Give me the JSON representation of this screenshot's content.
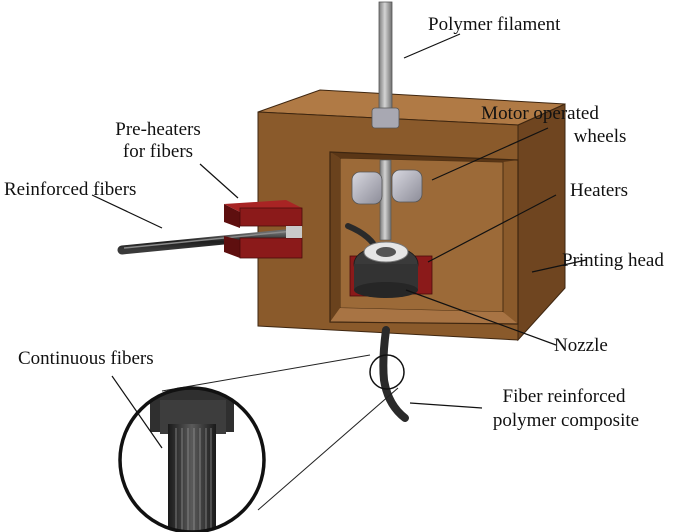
{
  "labels": {
    "polymer_filament": "Polymer filament",
    "motor_wheels_line1": "Motor operated",
    "motor_wheels_line2": "wheels",
    "preheaters_line1": "Pre-heaters",
    "preheaters_line2": "for fibers",
    "reinforced_fibers": "Reinforced fibers",
    "heaters": "Heaters",
    "printing_head": "Printing head",
    "nozzle": "Nozzle",
    "continuous_fibers": "Continuous fibers",
    "composite_line1": "Fiber reinforced",
    "composite_line2": "polymer composite"
  },
  "colors": {
    "box_front": "#8a5a2b",
    "box_top": "#b07a45",
    "box_side": "#6f4520",
    "box_inner_back": "#9c6a38",
    "box_inner_floor": "#a87444",
    "heater_red": "#8b1a1a",
    "heater_red_dark": "#5e0f0f",
    "filament_gray": "#9a9a9a",
    "wheel_gray": "#b8b8c0",
    "fiber_dark": "#2a2a2a",
    "nozzle_dark": "#3a3a3a"
  },
  "icons": {
    "filament": "gray-rod",
    "wheels": "roller-pair",
    "heater": "red-block",
    "fiber": "black-rod",
    "magnifier": "zoom-circle"
  }
}
